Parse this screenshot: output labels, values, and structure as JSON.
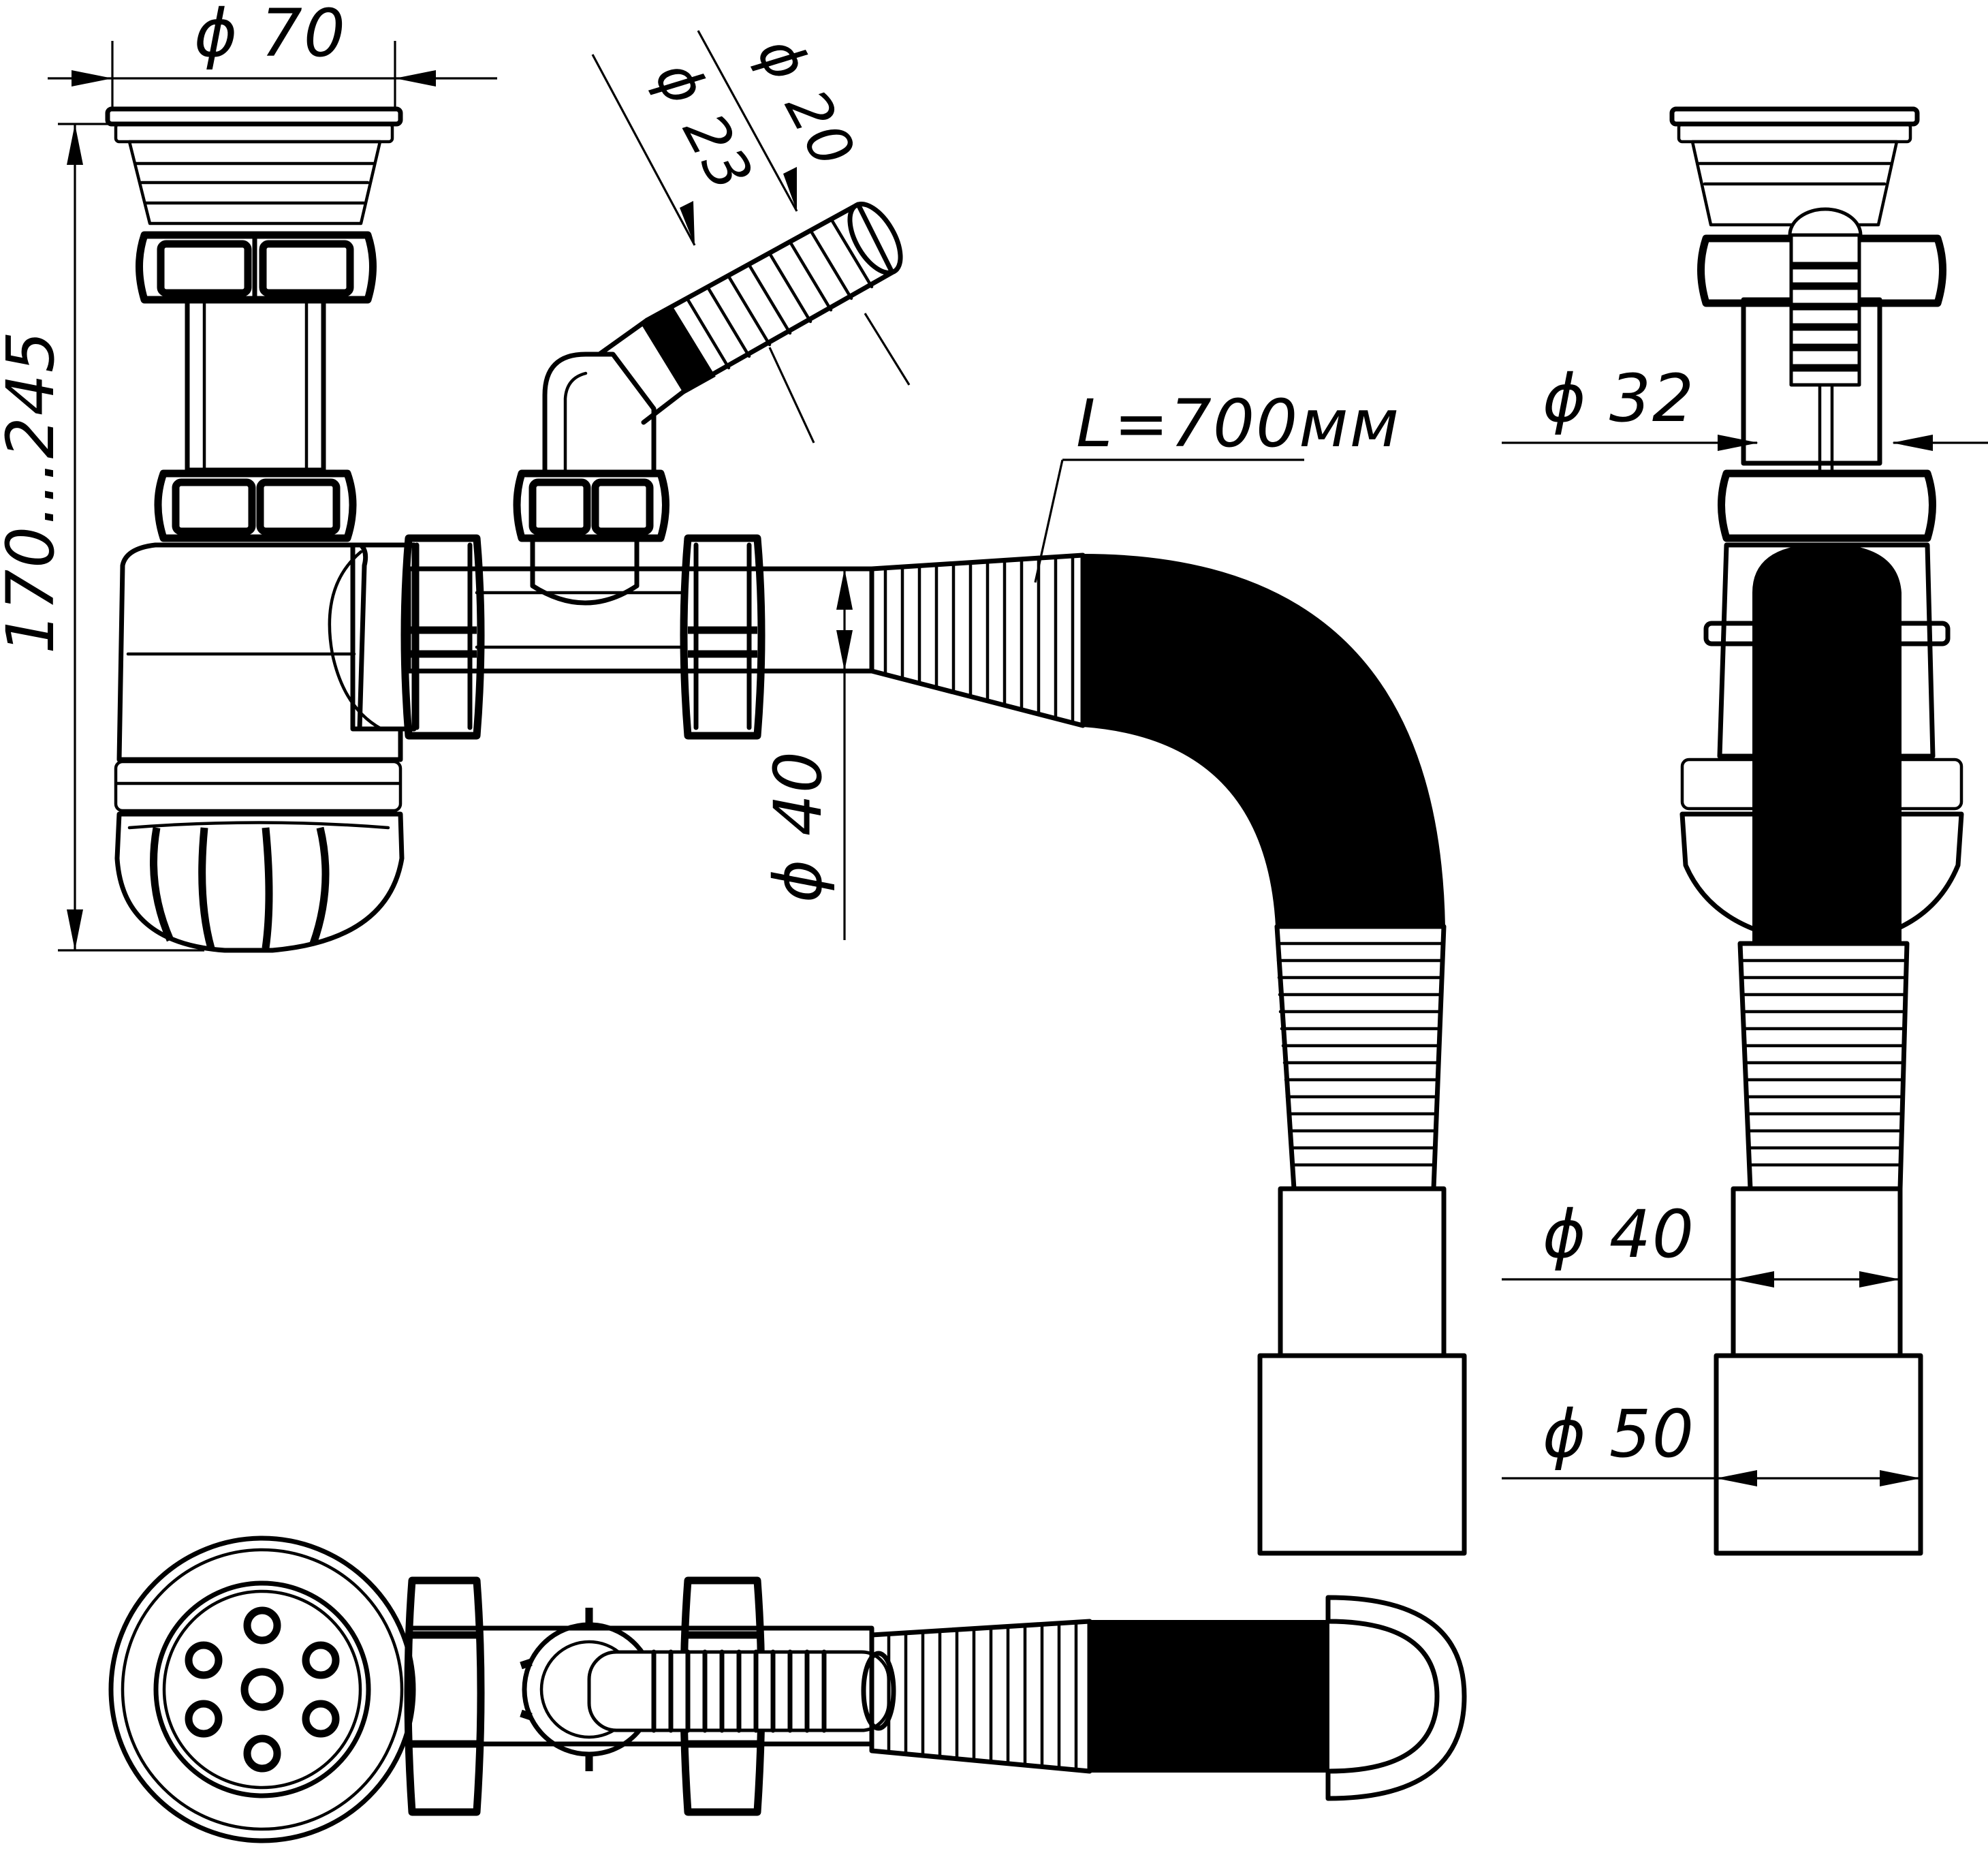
{
  "dimensions": {
    "strainer_diameter": "ϕ 70",
    "hose_inner_diameter": "ϕ 23",
    "hose_outer_diameter": "ϕ 20",
    "height_range": "170...245",
    "flexible_hose_length": "L=700мм",
    "pipe_diameter_side": "ϕ 40",
    "side_inlet_diameter": "ϕ 32",
    "outlet_diameter_40": "ϕ 40",
    "outlet_diameter_50": "ϕ 50"
  },
  "views": [
    "front-view",
    "side-view",
    "top-view"
  ],
  "colors": {
    "line": "#000000",
    "background": "#ffffff"
  }
}
